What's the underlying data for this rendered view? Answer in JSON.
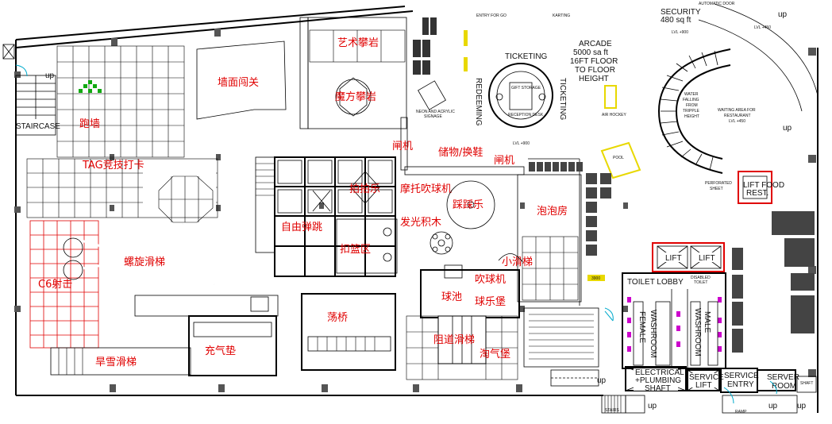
{
  "labels_zh": {
    "art_climb": "艺术攀岩",
    "wall_challenge": "墙面闯关",
    "magic_climb": "魔方攀岩",
    "parkour": "跑墙",
    "tag": "TAG竞技打卡",
    "gate_a": "闸机",
    "storage": "储物/换鞋",
    "gate_b": "闸机",
    "whack": "拍拍乐",
    "ball_blower": "摩托吹球机",
    "trampoline_fun": "踩踩乐",
    "bubble_house": "泡泡房",
    "free_jump": "自由弹跳",
    "glow_blocks": "发光积木",
    "dunk": "扣篮区",
    "spiral_slide": "螺旋滑梯",
    "c6_shoot": "C6射击",
    "small_slide": "小滑梯",
    "blow_ball": "吹球机",
    "ball_pool": "球池",
    "ball_fort": "球乐堡",
    "swing_bridge": "荡桥",
    "tunnel_slide": "阻道滑梯",
    "dry_snow_slide": "旱雪滑梯",
    "inflatable": "充气垫",
    "naughty_fort": "淘气堡"
  },
  "labels_en": {
    "staircase": "STAIRCASE",
    "up_left": "up",
    "entry_for_go": "ENTRY FOR GO",
    "karting": "KARTING",
    "security": "SECURITY",
    "security_area": "480 sq ft",
    "security_lvl": "LVL +900",
    "automatic_door": "AUTOMATIC DOOR",
    "up_top_right": "up",
    "lvl_450_top": "LVL +450",
    "arcade_1": "ARCADE",
    "arcade_2": "5000 sa ft",
    "arcade_3": "16FT FLOOR",
    "arcade_4": "TO FLOOR",
    "arcade_5": "HEIGHT",
    "ticketing_top": "TICKETING",
    "ticketing_right": "TICKETING",
    "redeeming": "REDEEMING",
    "gift_storage": "GIFT STORAGE",
    "reception_desk": "RECEPTION DESK",
    "arcade_lvl": "LVL +900",
    "neon_1": "NEON AND ACRYLIC",
    "neon_2": "SIGNAGE",
    "air_hockey": "AIR HOCKEY",
    "pool": "POOL",
    "water_1": "WATER",
    "water_2": "FALLING",
    "water_3": "FROM",
    "water_4": "TRIPPLE",
    "water_5": "HEIGHT",
    "waiting_1": "WAITING AREA FOR",
    "waiting_2": "RESTAURANT",
    "waiting_3": "LVL +450",
    "up_right": "up",
    "perforated_1": "PERFORATED",
    "perforated_2": "SHEET",
    "lift_food_1": "LIFT FOOD",
    "lift_food_2": "REST.",
    "lift_1": "LIFT",
    "lift_2": "LIFT",
    "toilet_lobby": "TOILET LOBBY",
    "disabled_1": "DISABLED",
    "disabled_2": "TOILET",
    "female_1": "FEMALE",
    "female_2": "WASHROOM",
    "male_1": "MALE",
    "male_2": "WASHROOM",
    "electrical_1": "ELECTRICAL",
    "electrical_2": "+PLUMBING",
    "electrical_3": "SHAFT",
    "service_lift_1": "SERVICE",
    "service_lift_2": "LIFT",
    "service_entry_1": "SERVICE",
    "service_entry_2": "ENTRY",
    "server_room_1": "SERVER",
    "server_room_2": "ROOM",
    "ramp": "RAMP",
    "stairs": "STAIRS",
    "up_bottom_1": "up",
    "up_bottom_2": "up",
    "up_bottom_3": "up",
    "up_bottom_4": "up",
    "shaft": "SHAFT",
    "level_mark": "3900"
  },
  "colors": {
    "annotation_red": "#e00000",
    "green_marker": "#11aa11",
    "yellow_marker": "#e8d800",
    "magenta_marker": "#cc00cc",
    "cyan_door": "#00aacc"
  }
}
